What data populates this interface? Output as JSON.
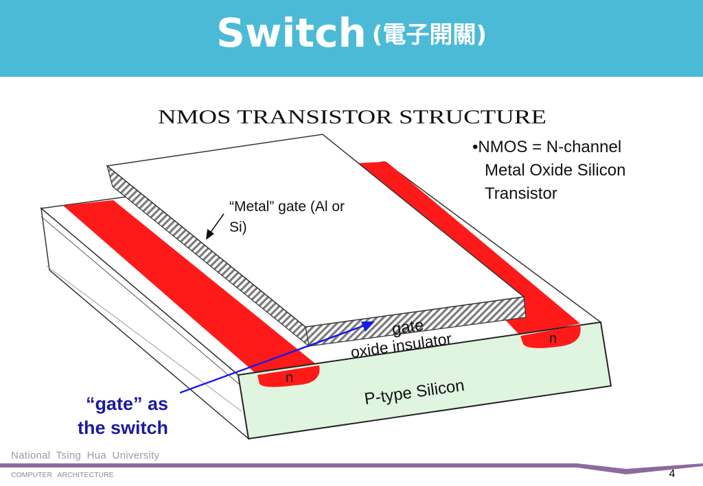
{
  "slide": {
    "title": "Switch",
    "title_chinese": "(電子開關)",
    "page_number": "4"
  },
  "footer": {
    "university": "National Tsing Hua University",
    "department": "COMPUTER ARCHITECTURE"
  },
  "diagram": {
    "heading": "NMOS TRANSISTOR STRUCTURE",
    "definition_lines": [
      "•NMOS = N-channel",
      "Metal Oxide Silicon",
      "Transistor"
    ],
    "metal_gate_label_lines": [
      "“Metal” gate (Al or",
      "Si)"
    ],
    "gate_label": "gate",
    "oxide_label": "oxide insulator",
    "substrate_label": "P-type Silicon",
    "n_left": "n",
    "n_right": "n",
    "annotation_lines": [
      "“gate” as",
      "the switch"
    ],
    "colors": {
      "header": "#4bbad6",
      "n_region": "#ff1a1a",
      "substrate": "#dff5df",
      "annotation": "#1a1aa0",
      "arrow": "#1a1ae6"
    }
  }
}
